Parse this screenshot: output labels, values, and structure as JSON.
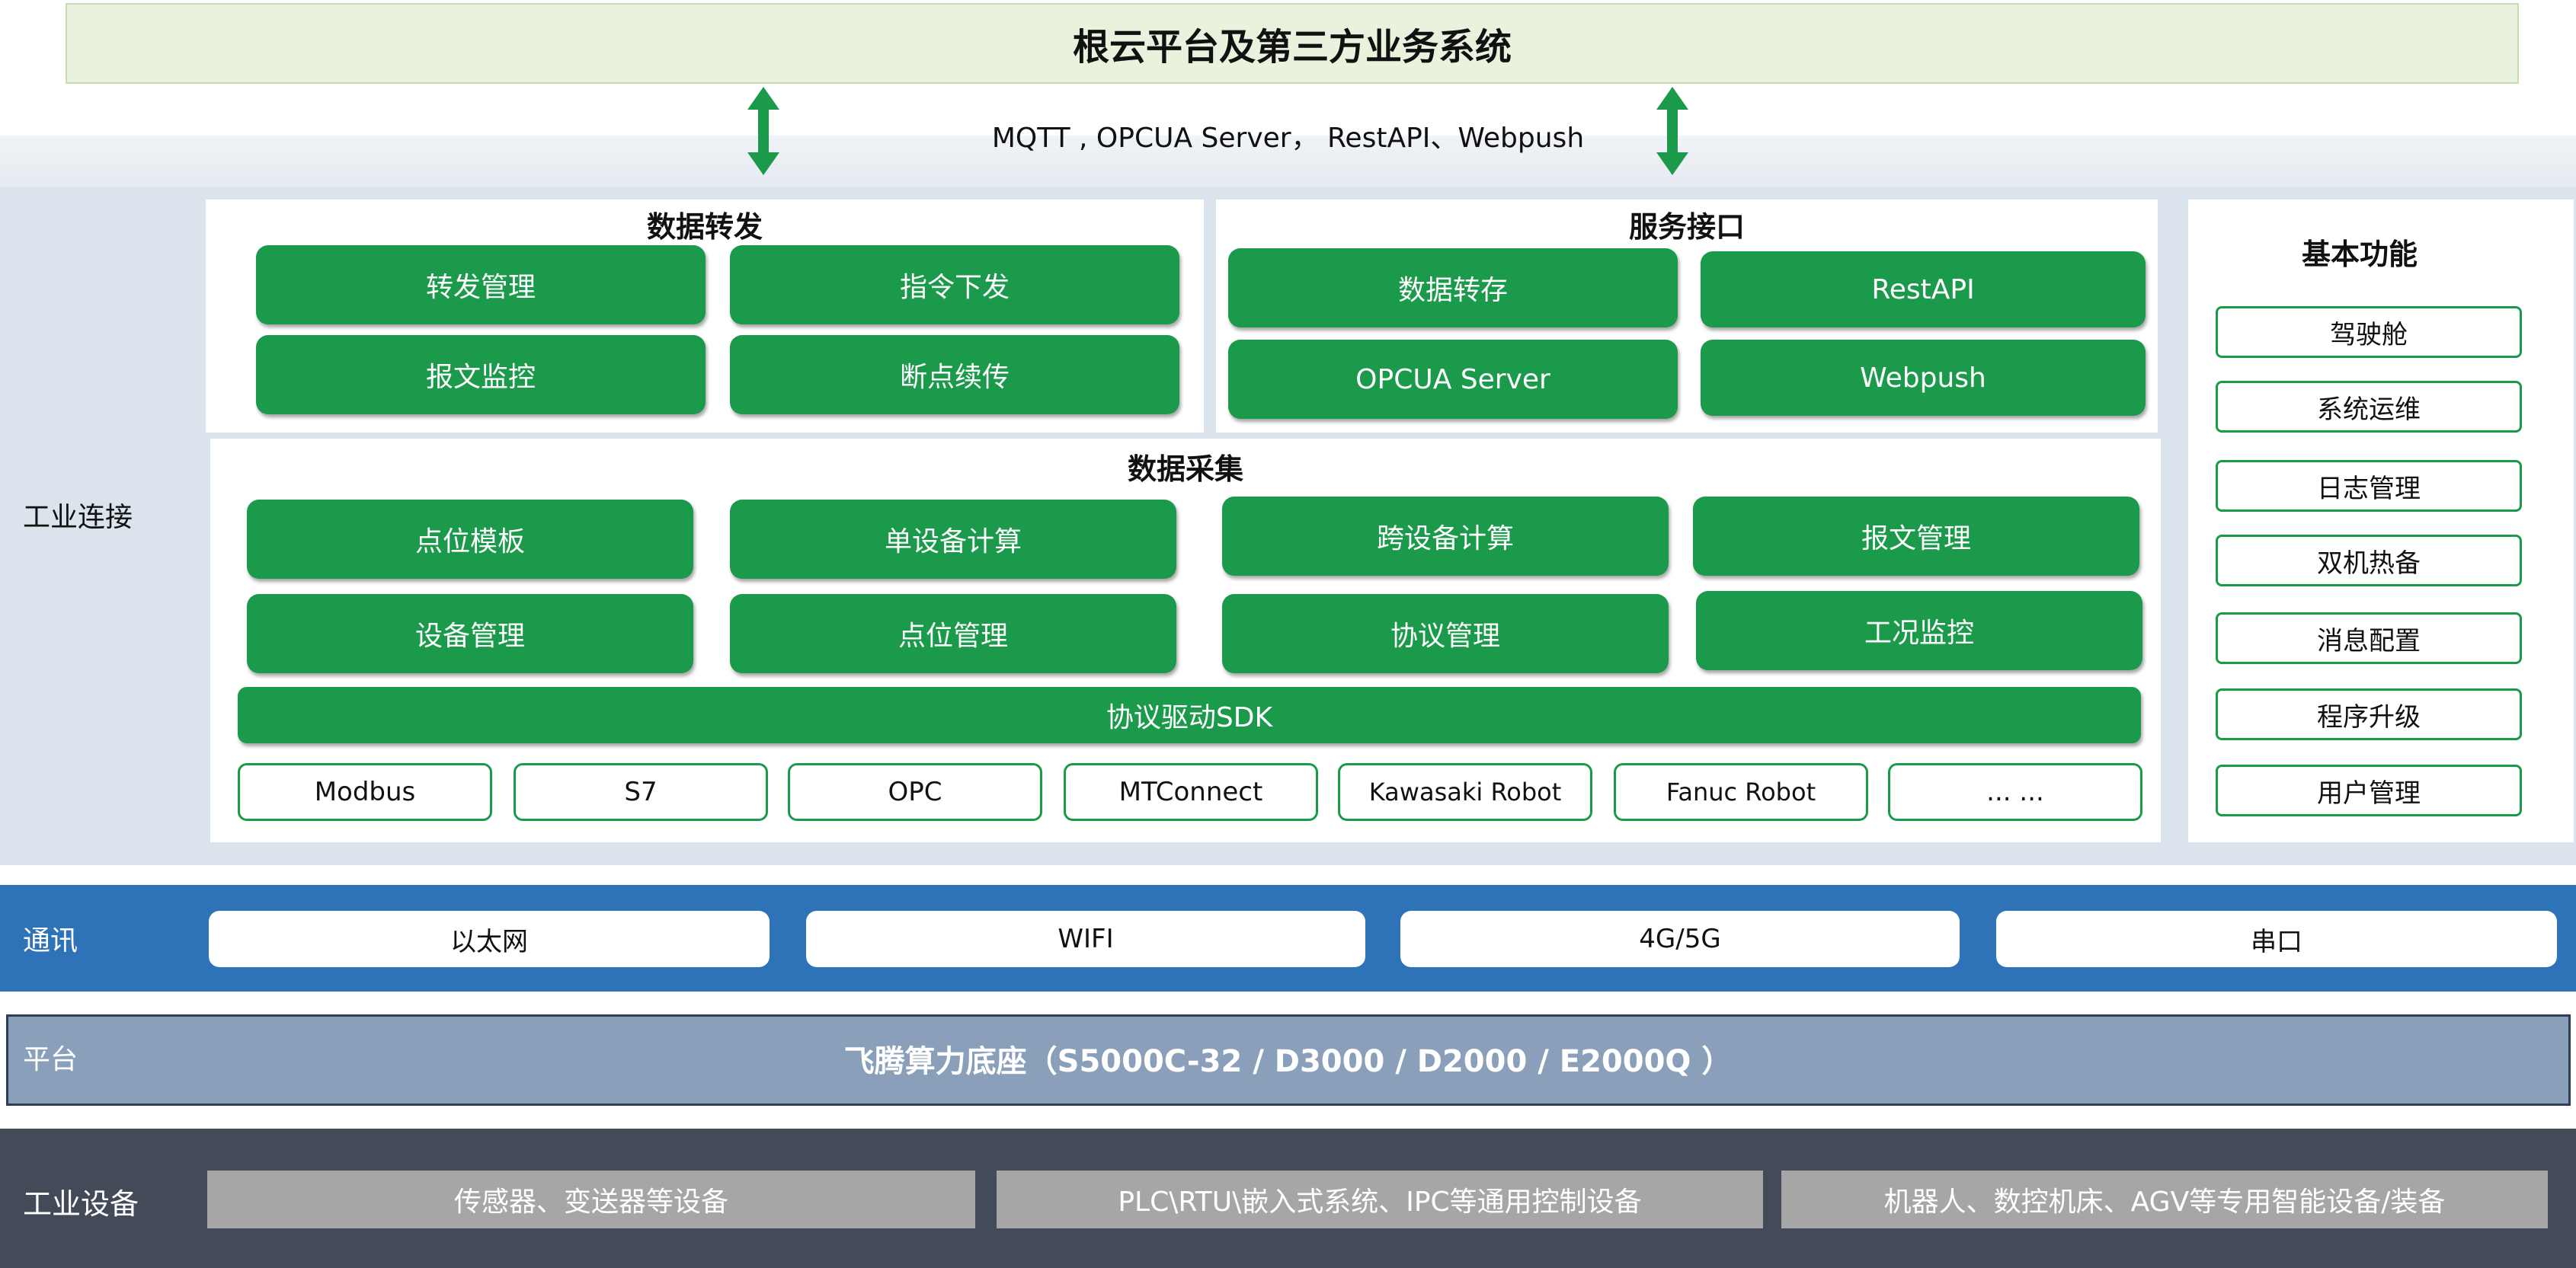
{
  "top": {
    "title": "根云平台及第三方业务系统"
  },
  "protocols": {
    "text": "MQTT , OPCUA Server， RestAPI、Webpush"
  },
  "industrial_connection": {
    "label": "工业连接",
    "data_forward": {
      "title": "数据转发",
      "items": [
        "转发管理",
        "指令下发",
        "报文监控",
        "断点续传"
      ]
    },
    "service_interface": {
      "title": "服务接口",
      "items": [
        "数据转存",
        "RestAPI",
        "OPCUA Server",
        "Webpush"
      ]
    },
    "data_collection": {
      "title": "数据采集",
      "items": [
        "点位模板",
        "单设备计算",
        "跨设备计算",
        "报文管理",
        "设备管理",
        "点位管理",
        "协议管理",
        "工况监控"
      ],
      "sdk": "协议驱动SDK",
      "protocols": [
        "Modbus",
        "S7",
        "OPC",
        "MTConnect",
        "Kawasaki Robot",
        "Fanuc Robot",
        "... ..."
      ]
    },
    "basic_functions": {
      "title": "基本功能",
      "items": [
        "驾驶舱",
        "系统运维",
        "日志管理",
        "双机热备",
        "消息配置",
        "程序升级",
        "用户管理"
      ]
    }
  },
  "communication": {
    "label": "通讯",
    "items": [
      "以太网",
      "WIFI",
      "4G/5G",
      "串口"
    ]
  },
  "platform": {
    "label": "平台",
    "text": "飞腾算力底座（S5000C-32 / D3000 / D2000 / E2000Q ）"
  },
  "devices": {
    "label": "工业设备",
    "items": [
      "传感器、变送器等设备",
      "PLC\\RTU\\嵌入式系统、IPC等通用控制设备",
      "机器人、数控机床、AGV等专用智能设备/装备"
    ]
  },
  "colors": {
    "green": "#1a9a4a",
    "light_green": "#e8f2dd",
    "comm_blue": "#2e73b8",
    "platform_blue": "#8aa0ba",
    "device_dark": "#434b58",
    "device_box": "#a6a6a6",
    "connection_bg": "#dbe3ed"
  }
}
